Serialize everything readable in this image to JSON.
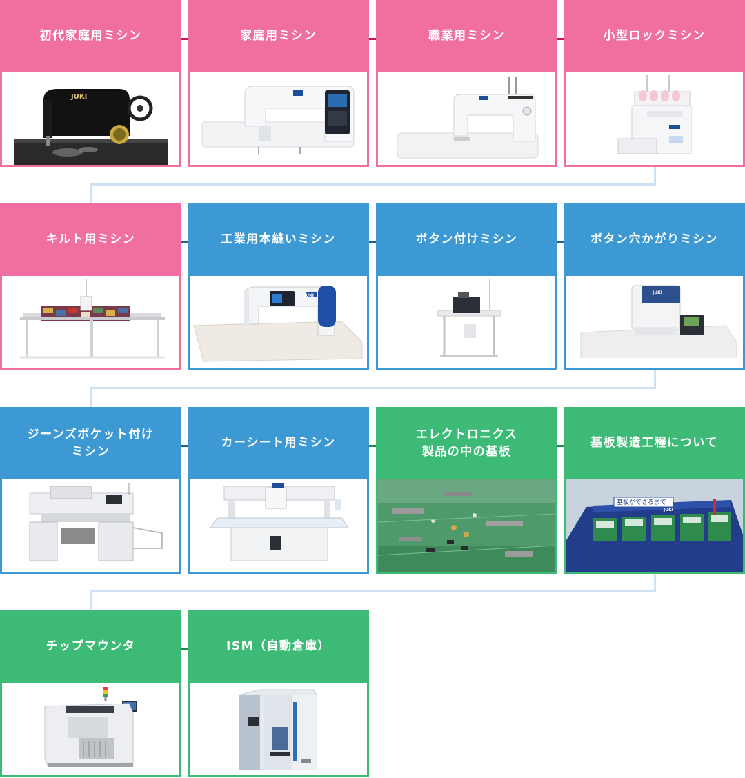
{
  "colors": {
    "pink": "#f06fa0",
    "blue": "#3c99d4",
    "green": "#3dbb76",
    "flow_line": "#cfe2f3"
  },
  "cards": [
    {
      "id": "first-home-sewing-machine",
      "label": "初代家庭用ミシン",
      "color": "pink",
      "image": "vintage-sewing-machine-image"
    },
    {
      "id": "home-sewing-machine",
      "label": "家庭用ミシン",
      "color": "pink",
      "image": "home-sewing-machine-image"
    },
    {
      "id": "professional-sewing-machine",
      "label": "職業用ミシン",
      "color": "pink",
      "image": "professional-sewing-machine-image"
    },
    {
      "id": "small-overlock-machine",
      "label": "小型ロックミシン",
      "color": "pink",
      "image": "overlock-machine-image"
    },
    {
      "id": "quilting-machine",
      "label": "キルト用ミシン",
      "color": "pink",
      "image": "quilting-machine-image"
    },
    {
      "id": "industrial-lockstitch-machine",
      "label": "工業用本縫いミシン",
      "color": "blue",
      "image": "industrial-lockstitch-image"
    },
    {
      "id": "button-sewing-machine",
      "label": "ボタン付けミシン",
      "color": "blue",
      "image": "button-sewing-machine-image"
    },
    {
      "id": "buttonhole-machine",
      "label": "ボタン穴かがりミシン",
      "color": "blue",
      "image": "buttonhole-machine-image"
    },
    {
      "id": "jeans-pocket-machine",
      "label": "ジーンズポケット付け\nミシン",
      "color": "blue",
      "image": "jeans-pocket-machine-image"
    },
    {
      "id": "car-seat-machine",
      "label": "カーシート用ミシン",
      "color": "blue",
      "image": "car-seat-machine-image"
    },
    {
      "id": "electronics-pcb",
      "label": "エレクトロニクス\n製品の中の基板",
      "color": "green",
      "image": "circuit-board-image"
    },
    {
      "id": "pcb-manufacturing",
      "label": "基板製造工程について",
      "color": "green",
      "image": "pcb-process-panel-image"
    },
    {
      "id": "chip-mounter",
      "label": "チップマウンタ",
      "color": "green",
      "image": "chip-mounter-image"
    },
    {
      "id": "ism-automated-warehouse",
      "label": "ISM（自動倉庫）",
      "color": "green",
      "image": "automated-warehouse-image"
    }
  ],
  "panel_text": "基板ができるまで",
  "panel_logo": "JUKI",
  "machine_logo": "JUKI"
}
